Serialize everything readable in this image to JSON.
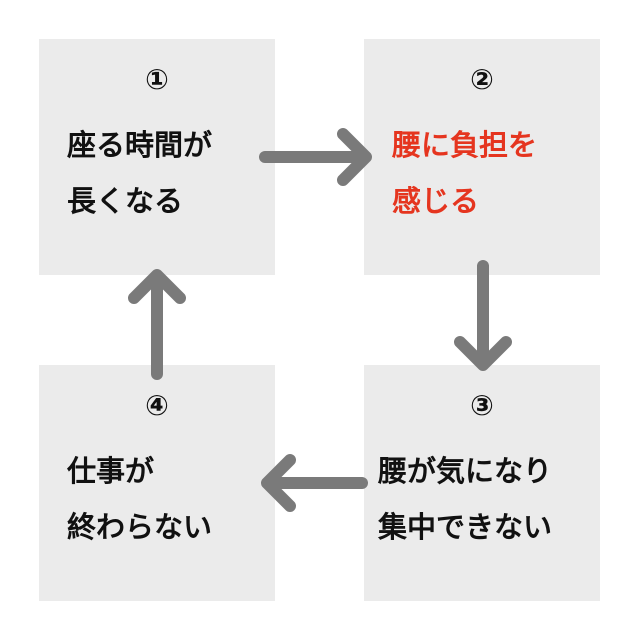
{
  "colors": {
    "box_background": "#ebebeb",
    "text": "#111111",
    "accent": "#e5351f",
    "arrow": "#7a7a7a"
  },
  "steps": [
    {
      "number": "①",
      "lines": [
        "座る時間が",
        "長くなる"
      ]
    },
    {
      "number": "②",
      "lines": [
        "腰に負担を",
        "感じる"
      ]
    },
    {
      "number": "③",
      "lines": [
        "腰が気になり",
        "集中できない"
      ]
    },
    {
      "number": "④",
      "lines": [
        "仕事が",
        "終わらない"
      ]
    }
  ],
  "arrows": [
    {
      "from": "step-1",
      "to": "step-2",
      "direction": "right"
    },
    {
      "from": "step-2",
      "to": "step-3",
      "direction": "down"
    },
    {
      "from": "step-3",
      "to": "step-4",
      "direction": "left"
    },
    {
      "from": "step-4",
      "to": "step-1",
      "direction": "up"
    }
  ]
}
